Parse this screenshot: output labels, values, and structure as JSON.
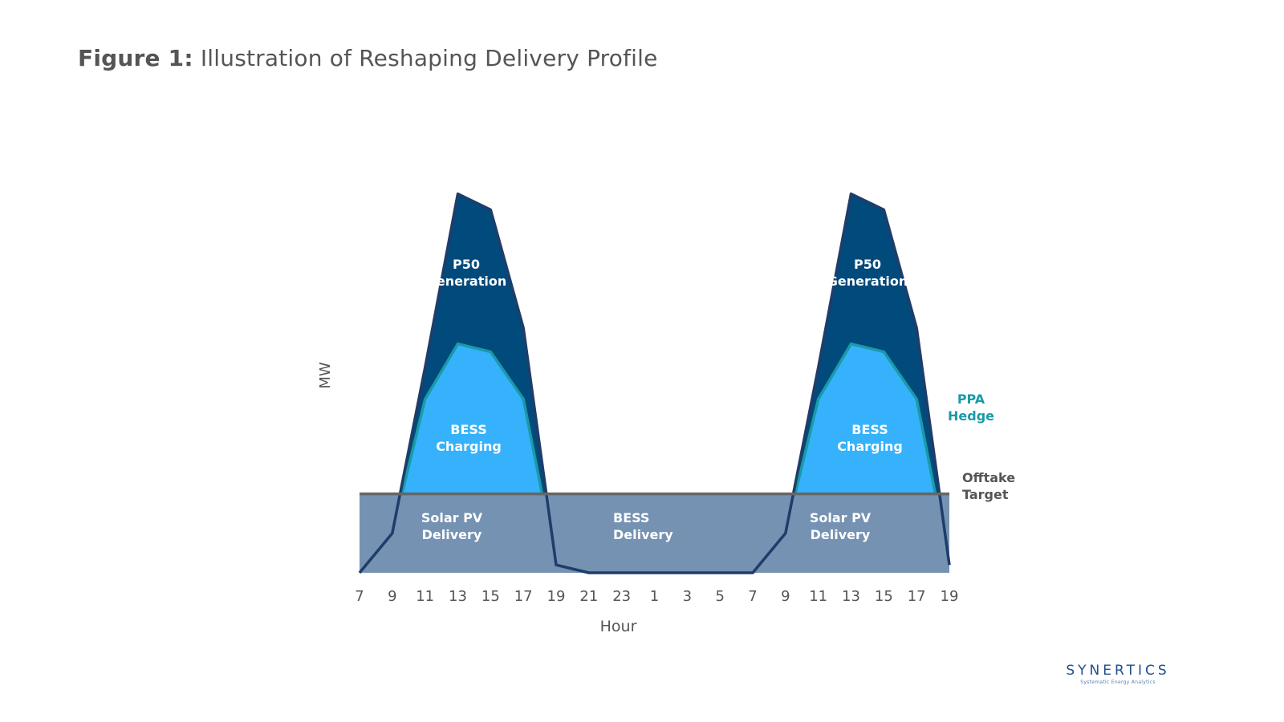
{
  "figure": {
    "label": "Figure 1:",
    "title": "Illustration of Reshaping Delivery Profile"
  },
  "logo": {
    "name": "SYNERTICS",
    "tagline": "Systematic Energy Analytics"
  },
  "chart_data": {
    "type": "area",
    "xlabel": "Hour",
    "ylabel": "MW",
    "x_tick_labels": [
      "7",
      "9",
      "11",
      "13",
      "15",
      "17",
      "19",
      "21",
      "23",
      "1",
      "3",
      "5",
      "7",
      "9",
      "11",
      "13",
      "15",
      "17",
      "19"
    ],
    "ylim": [
      0,
      10
    ],
    "offtake_target": 2.0,
    "series": [
      {
        "name": "P50 Generation",
        "values": [
          0,
          1.0,
          5.2,
          9.6,
          9.2,
          6.2,
          0.2,
          0,
          0,
          0,
          0,
          0,
          0,
          1.0,
          5.2,
          9.6,
          9.2,
          6.2,
          0.2
        ]
      },
      {
        "name": "PPA Hedge",
        "values": [
          0,
          1.0,
          4.4,
          5.8,
          5.6,
          4.4,
          0.2,
          0,
          0,
          0,
          0,
          0,
          0,
          1.0,
          4.4,
          5.8,
          5.6,
          4.4,
          0.2
        ]
      }
    ],
    "labels": {
      "p50_generation": [
        "P50",
        "Generation"
      ],
      "bess_charging": [
        "BESS",
        "Charging"
      ],
      "solar_pv_delivery": [
        "Solar PV",
        "Delivery"
      ],
      "bess_delivery": [
        "BESS",
        "Delivery"
      ],
      "ppa_hedge": [
        "PPA",
        "Hedge"
      ],
      "offtake_target": [
        "Offtake",
        "Target"
      ]
    },
    "colors": {
      "p50": "#004a7c",
      "bess_charging": "#35b2fb",
      "hedge_line": "#1a9aa8",
      "delivery": "#7592b2",
      "outline": "#1f3d6a",
      "target_line": "#666666",
      "hedge_label": "#1a9aa8"
    }
  }
}
